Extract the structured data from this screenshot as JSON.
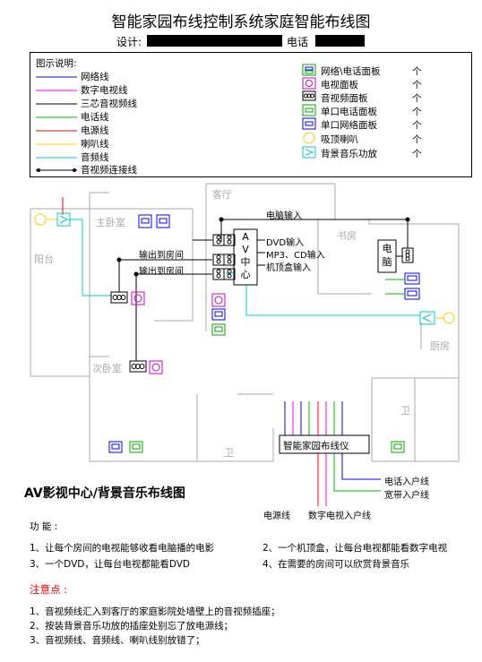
{
  "header": {
    "title": "智能家园布线控制系统家庭智能布线图",
    "designer_label": "设计:",
    "phone_label": "电话"
  },
  "legend": {
    "heading": "图示说明:",
    "lines": [
      {
        "label": "网络线",
        "color": "#0000ff"
      },
      {
        "label": "数字电视线",
        "color": "#ff00ff"
      },
      {
        "label": "三芯音视频线",
        "color": "#000000"
      },
      {
        "label": "电话线",
        "color": "#00bb00"
      },
      {
        "label": "电源线",
        "color": "#ff0000"
      },
      {
        "label": "喇叭线",
        "color": "#ffcc00"
      },
      {
        "label": "音频线",
        "color": "#00cccc"
      },
      {
        "label": "音视频连接线",
        "color": "#000000"
      }
    ],
    "panels": [
      {
        "label": "网络\\电话面板",
        "unit": "个",
        "icon": "network-phone-panel-icon"
      },
      {
        "label": "电视面板",
        "unit": "个",
        "icon": "tv-panel-icon"
      },
      {
        "label": "音视频面板",
        "unit": "个",
        "icon": "av-panel-icon"
      },
      {
        "label": "单口电话面板",
        "unit": "个",
        "icon": "phone-panel-icon"
      },
      {
        "label": "单口网络面板",
        "unit": "个",
        "icon": "network-panel-icon"
      },
      {
        "label": "吸顶喇叭",
        "unit": "个",
        "icon": "ceiling-speaker-icon"
      },
      {
        "label": "背景音乐功放",
        "unit": "个",
        "icon": "bgm-amplifier-icon"
      }
    ]
  },
  "floorplan": {
    "rooms": {
      "living": "客厅",
      "master": "主卧室",
      "balcony": "阳台",
      "study": "书房",
      "second": "次卧室",
      "kitchen": "厨房",
      "bath1": "卫",
      "bath2": "卫"
    },
    "av_center": "AV中心",
    "computer": "电脑",
    "computer_input": "电脑输入",
    "dvd_input": "DVD输入",
    "mp3_input": "MP3、CD输入",
    "stb_input": "机顶盒输入",
    "out_to_room_1": "输出到房间",
    "out_to_room_2": "输出到房间",
    "distributor": "智能家园布线仪",
    "phone_entry": "电话入户线",
    "broadband_entry": "宽带入户线",
    "power_line": "电源线",
    "dtv_entry": "数字电视入户线"
  },
  "section": {
    "title": "AV影视中心/背景音乐布线图",
    "functions_heading": "功  能 :",
    "functions": [
      "1、让每个房间的电视能够收看电脑播的电影",
      "2、一个机顶盒，让每台电视都能看数字电视",
      "3、一个DVD，让每台电视都能看DVD",
      "4、在需要的房间可以欣赏背景音乐"
    ],
    "notes_heading": "注意点 :",
    "notes": [
      "1、音视频线汇入到客厅的家庭影院处墙壁上的音视频插座；",
      "2、按装背景音乐功放的插座处别忘了放电源线；",
      "3、音视频线、音频线、喇叭线别放错了；"
    ]
  }
}
